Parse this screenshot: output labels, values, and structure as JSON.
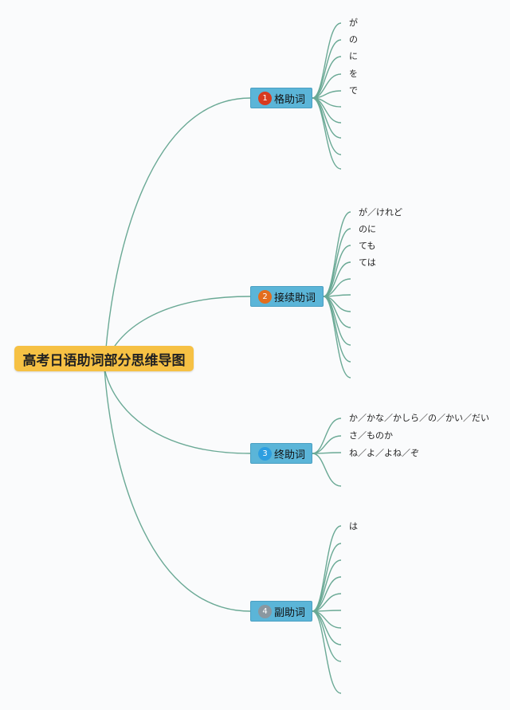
{
  "root": {
    "label": "高考日语助词部分思维导图"
  },
  "branches": [
    {
      "index": "1",
      "label": "格助词",
      "badge_color": "#d83a1f",
      "leaves": [
        "が",
        "の",
        "に",
        "を",
        "で",
        "",
        "",
        "",
        "",
        ""
      ]
    },
    {
      "index": "2",
      "label": "接续助词",
      "badge_color": "#e36d1d",
      "leaves": [
        "が／けれど",
        "のに",
        "ても",
        "ては",
        "",
        "",
        "",
        "",
        "",
        "",
        ""
      ]
    },
    {
      "index": "3",
      "label": "终助词",
      "badge_color": "#2d9ee0",
      "leaves": [
        "か／かな／かしら／の／かい／だい",
        "さ／ものか",
        "ね／よ／よね／ぞ",
        ""
      ]
    },
    {
      "index": "4",
      "label": "副助词",
      "badge_color": "#8a97a0",
      "leaves": [
        "は",
        "",
        "",
        "",
        "",
        "",
        "",
        "",
        "",
        ""
      ]
    }
  ],
  "colors": {
    "connector": "#6aa995",
    "root_bg": "#f6c144",
    "branch_bg": "#5bb5d8"
  }
}
